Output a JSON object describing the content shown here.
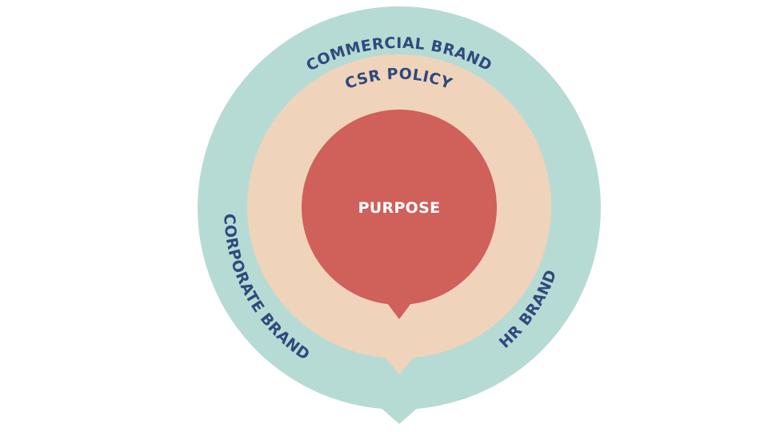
{
  "diagram": {
    "outer_ring": {
      "label": "COMMERCIAL BRAND"
    },
    "left_ring": {
      "label": "CORPORATE BRAND"
    },
    "right_ring": {
      "label": "HR BRAND"
    },
    "middle_ring": {
      "label": "CSR POLICY"
    },
    "core": {
      "label": "PURPOSE"
    }
  },
  "colors": {
    "outer_ring": "#b6dbd4",
    "middle_ring": "#f0d3bb",
    "core": "#cf605a",
    "ring_text": "#2e4a7d",
    "core_text": "#ffffff"
  }
}
